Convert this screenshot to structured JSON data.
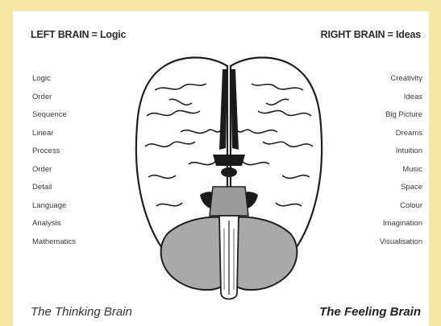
{
  "header": {
    "left_title": "LEFT BRAIN = Logic",
    "right_title": "RIGHT BRAIN = Ideas"
  },
  "left_items": [
    "Logic",
    "Order",
    "Sequence",
    "Linear",
    "Process",
    "Order",
    "Detail",
    "Language",
    "Analysis",
    "Mathematics"
  ],
  "right_items": [
    "Creativity",
    "Ideas",
    "Big Picture",
    "Dreams",
    "Intuition",
    "Music",
    "Space",
    "Colour",
    "Imagination",
    "Visualisation"
  ],
  "footer": {
    "left_caption": "The Thinking Brain",
    "right_caption": "The Feeling Brain"
  },
  "colors": {
    "background": "#f6e7a6",
    "panel": "#ffffff",
    "cerebellum_fill": "#a9a9a9",
    "structure_fill": "#1a1a1a"
  }
}
